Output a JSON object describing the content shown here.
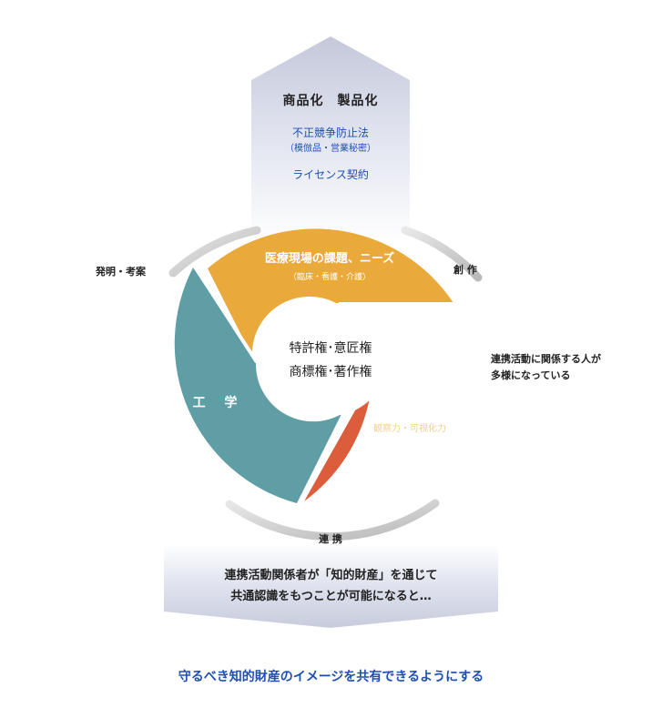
{
  "top_arrow": {
    "title": "商品化　製品化",
    "law": "不正競争防止法",
    "law_detail": "（模倣品・営業秘密）",
    "license": "ライセンス契約"
  },
  "ring_labels": {
    "left": "発明・考案",
    "right": "創 作",
    "bottom": "連 携"
  },
  "right_note": {
    "line1": "連携活動に関係する人が",
    "line2": "多様になっている"
  },
  "segments": {
    "top": {
      "title": "医療現場の課題、ニーズ",
      "subtitle": "（臨床・看護・介護）",
      "color": "#e9a93b"
    },
    "left": {
      "title": "工 学",
      "color": "#5e9ea4"
    },
    "right": {
      "title": "芸 術",
      "subtitle": "観察力・可視化力",
      "color": "#dc5d3c"
    }
  },
  "center": {
    "line1": "特許権･意匠権",
    "line2": "商標権･著作権"
  },
  "bottom_arrow": {
    "line1": "連携活動関係者が「知的財産」を通じて",
    "line2": "共通認識をもつことが可能になると…"
  },
  "footer": "守るべき知的財産のイメージを共有できるようにする"
}
